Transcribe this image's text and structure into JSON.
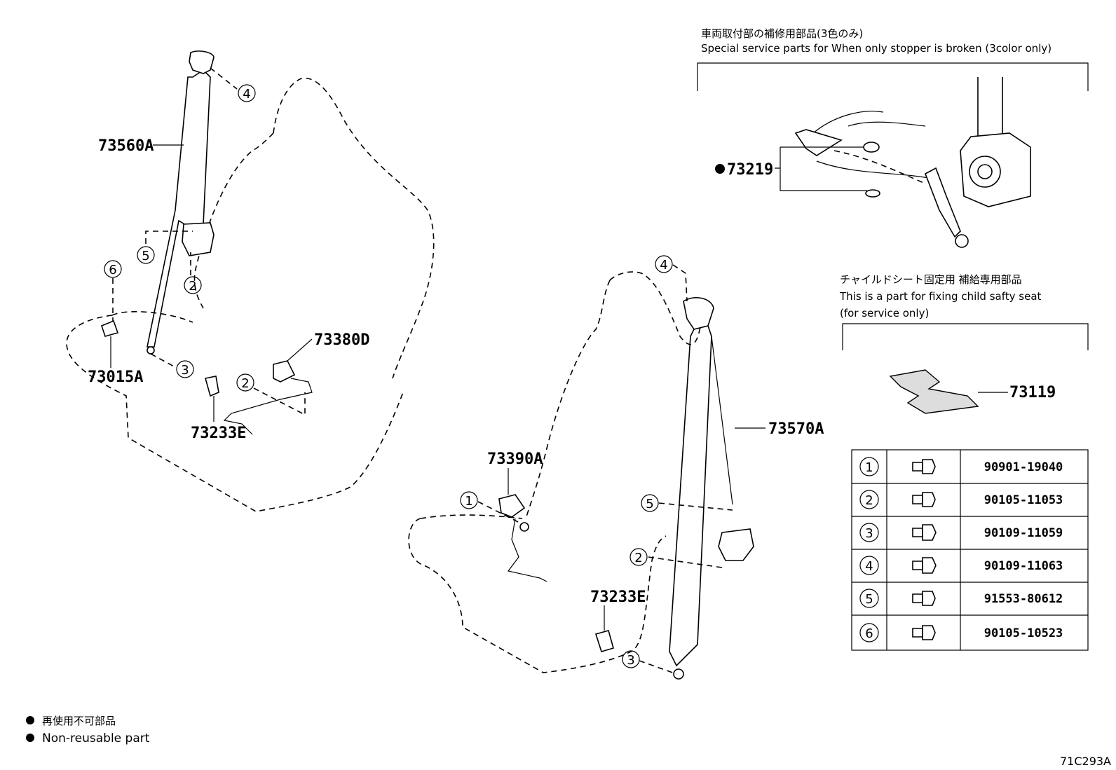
{
  "header_right": {
    "jp": "車両取付部の補修用部品(3色のみ)",
    "en": "Special service parts for When only stopper is broken (3color only)"
  },
  "child_seat": {
    "jp": "チャイルドシート固定用 補給専用部品",
    "en_line1": "This is a part for fixing child safty seat",
    "en_line2": "(for service only)"
  },
  "parts": {
    "p73560A": "73560A",
    "p73015A": "73015A",
    "p73380D": "73380D",
    "p73233E_left": "73233E",
    "p73390A": "73390A",
    "p73570A": "73570A",
    "p73233E_right": "73233E",
    "p73219": "73219",
    "p73119": "73119"
  },
  "callouts": {
    "left": [
      "4",
      "5",
      "2",
      "6",
      "3",
      "2"
    ],
    "right": [
      "4",
      "1",
      "5",
      "2",
      "3"
    ]
  },
  "bolt_table": [
    {
      "num": "1",
      "part": "90901-19040",
      "icon": "bolt-icon"
    },
    {
      "num": "2",
      "part": "90105-11053",
      "icon": "bolt-icon"
    },
    {
      "num": "3",
      "part": "90109-11059",
      "icon": "bolt-icon"
    },
    {
      "num": "4",
      "part": "90109-11063",
      "icon": "bolt-icon"
    },
    {
      "num": "5",
      "part": "91553-80612",
      "icon": "bolt-icon"
    },
    {
      "num": "6",
      "part": "90105-10523",
      "icon": "bolt-icon"
    }
  ],
  "legend": {
    "jp": "再使用不可部品",
    "en": "Non-reusable part"
  },
  "figure_id": "71C293A"
}
